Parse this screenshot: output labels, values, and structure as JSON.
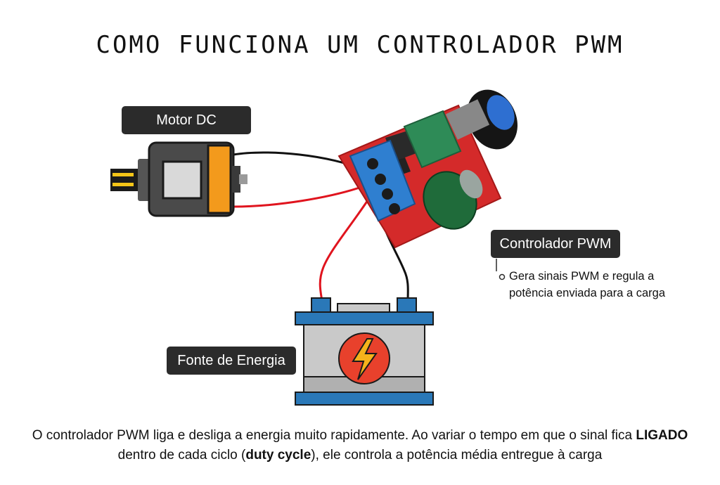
{
  "title": "COMO FUNCIONA UM CONTROLADOR PWM",
  "labels": {
    "motor": "Motor DC",
    "controller": "Controlador PWM",
    "power": "Fonte de Energia"
  },
  "controller_description": "Gera sinais PWM e regula a potência enviada para a carga",
  "caption": {
    "part1": "O controlador PWM liga e desliga a energia muito rapidamente. Ao variar o tempo em que o sinal fica ",
    "bold1": "LIGADO",
    "part2": " dentro de cada ciclo (",
    "bold2": "duty cycle",
    "part3": "), ele controla a potência média entregue à carga"
  },
  "colors": {
    "label_bg": "#2b2b2b",
    "wire_red": "#e0141e",
    "wire_black": "#111111",
    "board_red": "#d42a2a",
    "terminal_blue": "#2f7fd0",
    "motor_orange": "#f39a1c",
    "battery_blue": "#2a78b8",
    "battery_gray": "#c9c9c9",
    "bolt_red": "#e8412c",
    "bolt_yellow": "#f5b21b"
  },
  "icons": [
    "motor-icon",
    "pwm-board-icon",
    "battery-icon",
    "lightning-bolt-icon",
    "potentiometer-knob-icon"
  ]
}
